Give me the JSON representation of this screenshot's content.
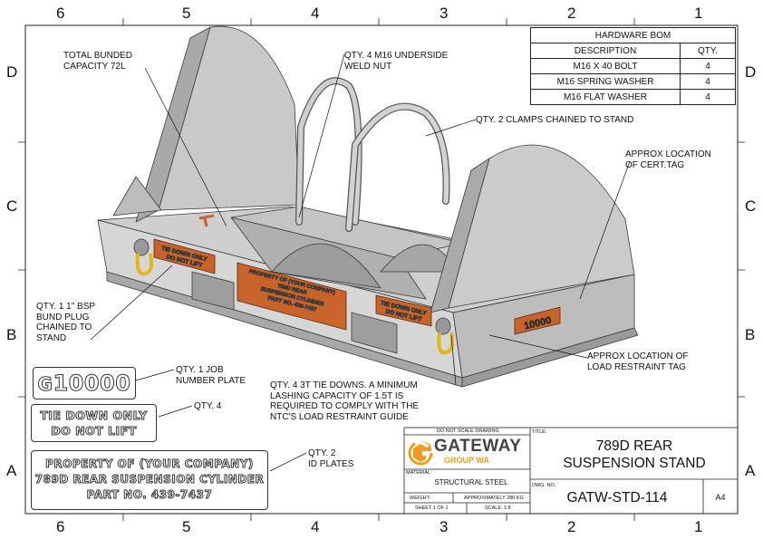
{
  "zones": {
    "columns": [
      "6",
      "5",
      "4",
      "3",
      "2",
      "1"
    ],
    "rows": [
      "D",
      "C",
      "B",
      "A"
    ]
  },
  "bom": {
    "title": "HARDWARE BOM",
    "headers": [
      "DESCRIPTION",
      "QTY."
    ],
    "rows": [
      {
        "description": "M16 X 40 BOLT",
        "qty": "4"
      },
      {
        "description": "M16 SPRING WASHER",
        "qty": "4"
      },
      {
        "description": "M16 FLAT WASHER",
        "qty": "4"
      }
    ]
  },
  "callouts": {
    "bund": [
      "TOTAL BUNDED",
      "CAPACITY 72L"
    ],
    "weld_nut": [
      "QTY. 4 M16 UNDERSIDE",
      "WELD NUT"
    ],
    "clamps": [
      "QTY. 2 CLAMPS CHAINED TO STAND"
    ],
    "cert_tag": [
      "APPROX LOCATION",
      "OF CERT.TAG"
    ],
    "bund_plug": [
      "QTY. 1 1\" BSP",
      "BUND PLUG",
      "CHAINED TO",
      "STAND"
    ],
    "load_tag": [
      "APPROX LOCATION OF",
      "LOAD RESTRAINT TAG"
    ],
    "tie_downs": [
      "QTY. 4 3T TIE DOWNS. A MINIMUM",
      "LASHING CAPACITY OF 1.5T IS",
      "REQUIRED TO COMPLY WITH THE",
      "NTC'S LOAD RESTRAINT GUIDE"
    ],
    "job_plate": [
      "QTY. 1 JOB",
      "NUMBER PLATE"
    ],
    "tie_plate_qty": [
      "QTY. 4"
    ],
    "id_plates": [
      "QTY. 2",
      "ID PLATES"
    ]
  },
  "plates": {
    "job_number": "10000",
    "tie_down": [
      "TIE DOWN ONLY",
      "DO NOT LIFT"
    ],
    "id_plate": [
      "PROPERTY OF (YOUR COMPANY)",
      "789D REAR SUSPENSION CYLINDER",
      "PART NO. 439-7437"
    ]
  },
  "model_labels": {
    "tie_down": [
      "TIE DOWN ONLY",
      "DO NOT LIFT"
    ],
    "id_plate": [
      "PROPERTY OF (YOUR COMPANY)",
      "789D REAR",
      "SUSPENSION CYLINDER",
      "PART NO. 439-7437"
    ],
    "cert_tag": "10000"
  },
  "title_block": {
    "do_not_scale": "DO NOT SCALE DRAWING",
    "logo_name": "GATEWAY",
    "logo_sub": "GROUP WA",
    "material_label": "MATERIAL:",
    "material": "STRUCTURAL STEEL",
    "weight_label": "WEIGHT:",
    "weight": "APPROXIMATELY 280 KG",
    "sheet": "SHEET 1 OF 1",
    "scale": "SCALE: 1:8",
    "title_label": "TITLE:",
    "title_line1": "789D REAR",
    "title_line2": "SUSPENSION STAND",
    "dwg_label": "DWG. NO.",
    "dwg_no": "GATW-STD-114",
    "size": "A4"
  },
  "colors": {
    "steel_light": "#d9d9d9",
    "steel_mid": "#b9b9b9",
    "steel_dark": "#8f8f8f",
    "tag_orange": "#c8642a",
    "shackle_yellow": "#e0b81a",
    "logo_orange": "#f39a1d"
  }
}
